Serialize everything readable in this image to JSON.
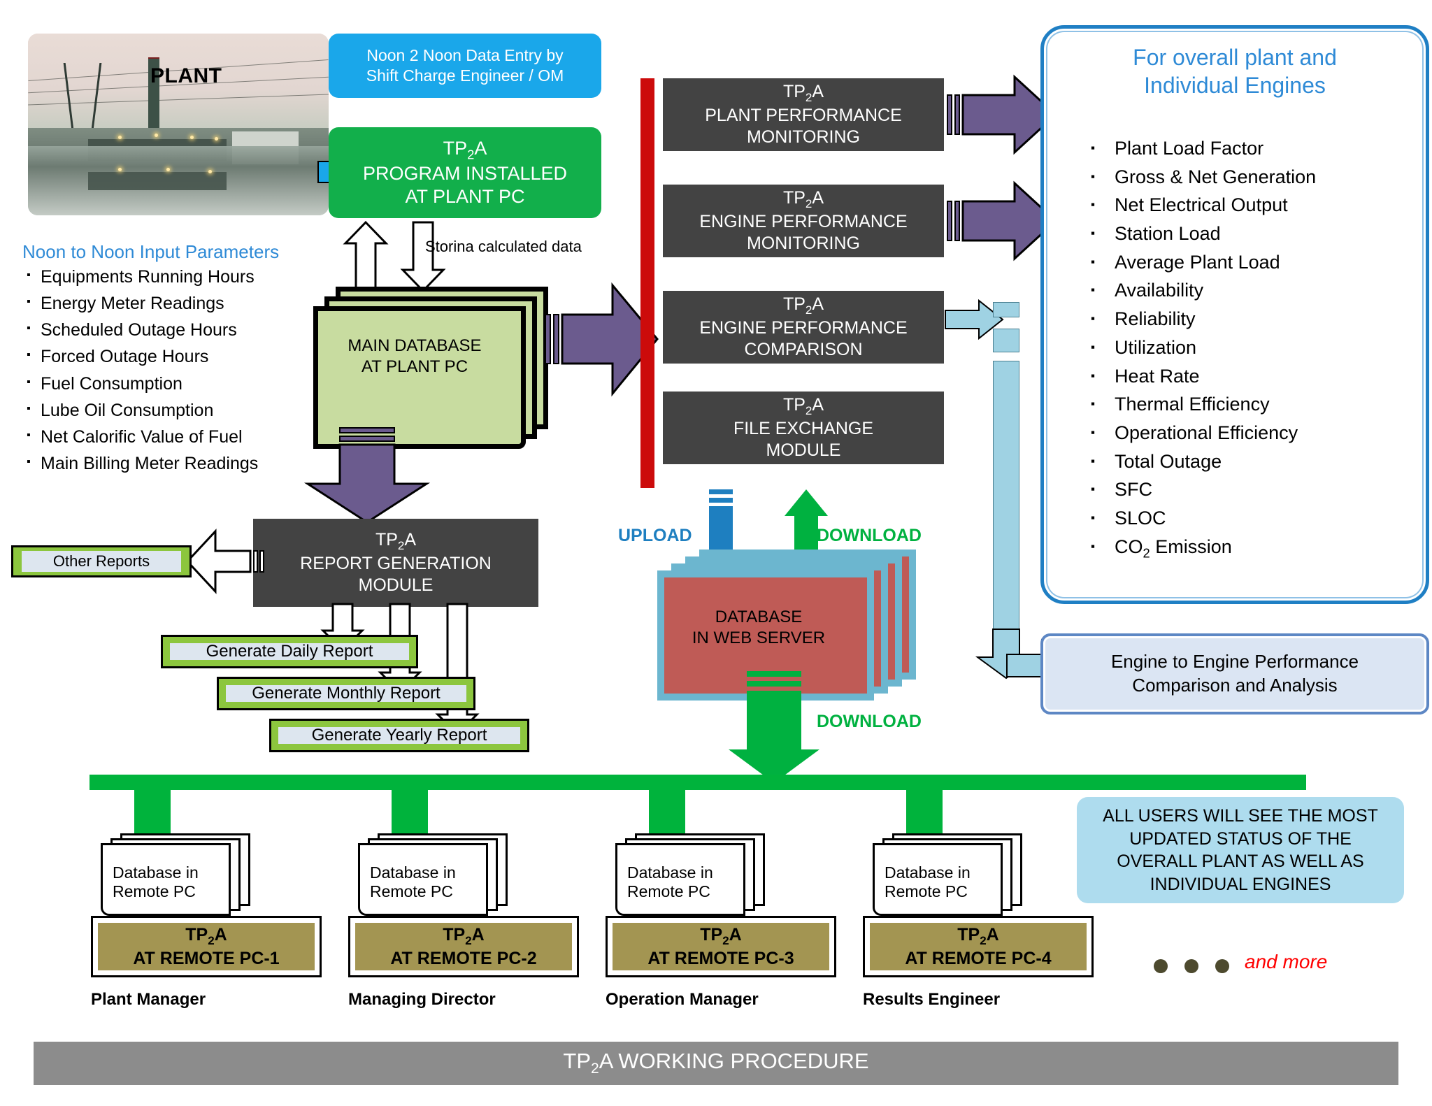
{
  "plant": {
    "label": "PLANT"
  },
  "noon_box": {
    "line1": "Noon 2 Noon Data Entry by",
    "line2": "Shift Charge Engineer / OM"
  },
  "program_box": {
    "line1": "TP2A",
    "line2": "PROGRAM INSTALLED",
    "line3": "AT PLANT PC"
  },
  "params": {
    "title": "Noon to Noon Input Parameters",
    "items": [
      "Equipments Running Hours",
      "Energy Meter Readings",
      "Scheduled Outage Hours",
      "Forced Outage Hours",
      "Fuel Consumption",
      "Lube Oil Consumption",
      "Net Calorific Value of Fuel",
      "Main Billing Meter Readings"
    ]
  },
  "main_database": {
    "line1": "MAIN DATABASE",
    "line2": "AT PLANT PC"
  },
  "storing_label": "Storina calculated data",
  "modules": [
    {
      "line1": "TP2A",
      "line2": "PLANT PERFORMANCE",
      "line3": "MONITORING"
    },
    {
      "line1": "TP2A",
      "line2": "ENGINE PERFORMANCE",
      "line3": "MONITORING"
    },
    {
      "line1": "TP2A",
      "line2": "ENGINE PERFORMANCE",
      "line3": "COMPARISON"
    },
    {
      "line1": "TP2A",
      "line2": "FILE EXCHANGE",
      "line3": "MODULE"
    }
  ],
  "blue_panel": {
    "title_line1": "For overall plant and",
    "title_line2": "Individual Engines",
    "items": [
      "Plant Load Factor",
      "Gross & Net Generation",
      "Net Electrical Output",
      "Station Load",
      "Average Plant Load",
      "Availability",
      "Reliability",
      "Utilization",
      "Heat Rate",
      " Thermal Efficiency",
      "Operational Efficiency",
      "Total Outage",
      "SFC",
      "SLOC",
      "CO2 Emission"
    ]
  },
  "engine_to_engine": {
    "line1": "Engine to Engine Performance",
    "line2": "Comparison and Analysis"
  },
  "report_module": {
    "line1": "TP2A",
    "line2": "REPORT GENERATION",
    "line3": "MODULE"
  },
  "other_reports": {
    "label": "Other Reports"
  },
  "report_buttons": [
    "Generate Daily Report",
    "Generate Monthly Report",
    "Generate Yearly Report"
  ],
  "web_server": {
    "line1": "DATABASE",
    "line2": "IN WEB SERVER"
  },
  "transfer_labels": {
    "upload": "UPLOAD",
    "download_top": "DOWNLOAD",
    "download_bottom": "DOWNLOAD"
  },
  "remote_pcs": [
    {
      "db_line1": "Database in",
      "db_line2": "Remote PC",
      "app_line1": "TP2A",
      "app_line2": "AT REMOTE PC-1",
      "role": "Plant Manager"
    },
    {
      "db_line1": "Database in",
      "db_line2": "Remote PC",
      "app_line1": "TP2A",
      "app_line2": "AT REMOTE PC-2",
      "role": "Managing Director"
    },
    {
      "db_line1": "Database in",
      "db_line2": "Remote PC",
      "app_line1": "TP2A",
      "app_line2": "AT REMOTE PC-3",
      "role": "Operation Manager"
    },
    {
      "db_line1": "Database in",
      "db_line2": "Remote PC",
      "app_line1": "TP2A",
      "app_line2": "AT REMOTE PC-4",
      "role": "Results Engineer"
    }
  ],
  "all_users_note": "ALL USERS WILL SEE THE MOST UPDATED STATUS OF THE OVERALL PLANT AS WELL AS INDIVIDUAL ENGINES",
  "and_more": "and more",
  "footer": {
    "title": "TP2A WORKING PROCEDURE"
  },
  "colors": {
    "blue_accent": "#1aa7ea",
    "green_box": "#12af4b",
    "purple_arrow": "#6b5b8e",
    "dark_box": "#434343",
    "red_bar": "#cc0b0b",
    "light_blue": "#9fd2e3",
    "bus_green": "#00b33c",
    "gold": "#a39552",
    "footer_gray": "#8c8c8c",
    "report_green": "#8cc63e",
    "db_green": "#c8dca0",
    "server_red": "#bf5b56"
  }
}
